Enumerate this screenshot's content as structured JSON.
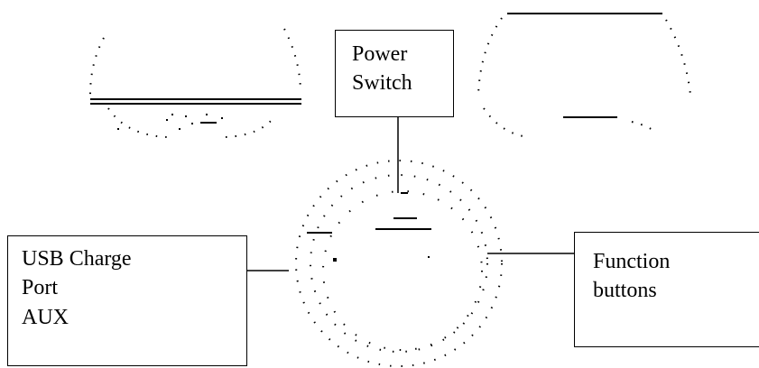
{
  "labels": {
    "power_switch": [
      "Power",
      "Switch"
    ],
    "usb_charge_port": [
      "USB Charge",
      "Port",
      "AUX"
    ],
    "function_buttons": [
      "Function",
      "buttons"
    ]
  },
  "colors": {
    "ink": "#000000",
    "background": "#ffffff"
  }
}
